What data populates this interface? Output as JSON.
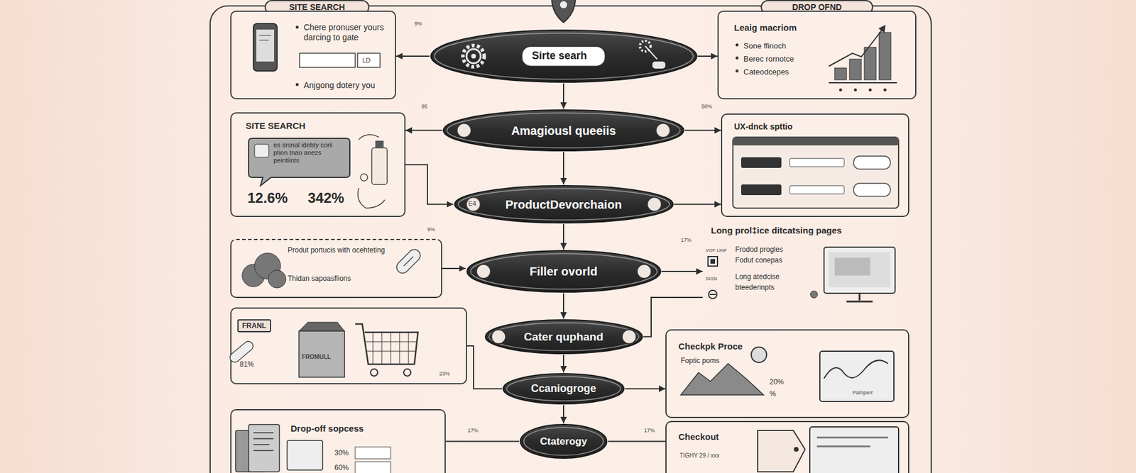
{
  "diagram": {
    "nodes": [
      {
        "text": [
          "SITE SEARCH"
        ]
      },
      {
        "text": [
          "DROP OFND"
        ]
      },
      {
        "text": [
          "Chere pronuser yours darcing to gate",
          "Anjgong dotery you"
        ]
      },
      {
        "text": [
          "Sirte searh"
        ]
      },
      {
        "text": [
          "Leaig macriom",
          "Sone ffinoch",
          "Berec rornotce",
          "Cateodcepes"
        ]
      },
      {
        "text": [
          "SITE SEARCH"
        ]
      },
      {
        "text": [
          "es srsnal idehty coril ption tnao anezs peintiints"
        ],
        "in": 5
      },
      {
        "text": [
          "Amagiousl queeiis"
        ]
      },
      {
        "text": [
          "UX-dnck spttio"
        ]
      },
      {
        "text": [
          "ProductDevorchaion"
        ]
      },
      {
        "text": [
          "Produt portucis with ocehteting",
          "Thidan sapoasflions"
        ]
      },
      {
        "text": [
          "Filler ovorld"
        ]
      },
      {
        "text": [
          "Long prol‡ice ditcatsing pages",
          "Frodod progles",
          "Fodut conepas",
          "Long atedcise",
          "bteederinpts"
        ]
      },
      {
        "text": [
          "FRANL"
        ]
      },
      {
        "text": [
          "Cater quphand"
        ]
      },
      {
        "text": [
          "Checkpk Proce",
          "Foptic poms"
        ]
      },
      {
        "text": [
          "Ccaniogroge"
        ]
      },
      {
        "text": [
          "Drop-off sopcess"
        ]
      },
      {
        "text": [
          "Ctaterogy"
        ]
      },
      {
        "text": [
          "Checkout"
        ]
      }
    ],
    "edges": [
      {
        "from": 3,
        "to": 7,
        "arrow": "to"
      },
      {
        "from": 7,
        "to": 9,
        "arrow": "to"
      },
      {
        "from": 9,
        "to": 11,
        "arrow": "to"
      },
      {
        "from": 11,
        "to": 14,
        "arrow": "to"
      },
      {
        "from": 14,
        "to": 16,
        "arrow": "to"
      },
      {
        "from": 16,
        "to": 18,
        "arrow": "to"
      },
      {
        "from": 3,
        "to": 2,
        "arrow": "to"
      },
      {
        "from": 3,
        "to": 4,
        "arrow": "to"
      },
      {
        "from": 7,
        "to": 5,
        "arrow": "to"
      },
      {
        "from": 7,
        "to": 8,
        "arrow": "to"
      },
      {
        "from": 5,
        "to": 9,
        "arrow": "to"
      },
      {
        "from": 9,
        "to": 8,
        "arrow": "to"
      },
      {
        "from": 10,
        "to": 11,
        "arrow": "to"
      },
      {
        "from": 11,
        "to": 12,
        "arrow": "to"
      },
      {
        "from": 14,
        "to": 12,
        "arrow": "none"
      },
      {
        "from": 16,
        "to": 15,
        "arrow": "to"
      },
      {
        "from": 16,
        "to": 13,
        "arrow": "none"
      },
      {
        "from": 18,
        "to": 17,
        "arrow": "none"
      },
      {
        "from": 18,
        "to": 19,
        "arrow": "none"
      }
    ],
    "labels": [
      "9%",
      "95",
      "50%",
      "9%",
      "17%",
      "E4",
      "12.6%",
      "342%",
      "LD",
      "VOF LINF",
      "SIGN",
      "FROMULL",
      "81%",
      "23%",
      "20%",
      "%",
      "Pamperr",
      "17%",
      "17%",
      "30%",
      "60%",
      "TIGHY 29 / xxx"
    ]
  }
}
